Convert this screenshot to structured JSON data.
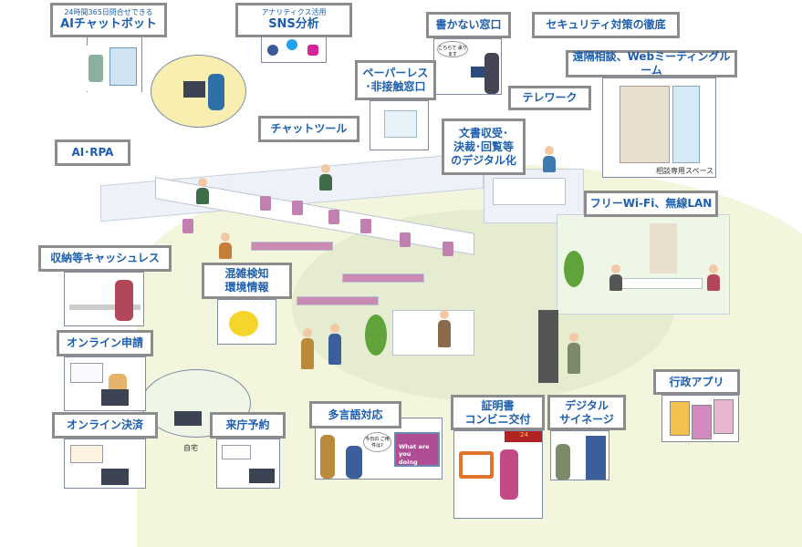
{
  "labels": {
    "ai_chatbot": {
      "sub": "24時間365日問合せできる",
      "title": "AIチャットボット"
    },
    "sns": {
      "sub": "アナリティクス活用",
      "title": "SNS分析"
    },
    "no_writing": "書かない窓口",
    "security": "セキュリティ対策の徹底",
    "remote": "遠隔相談、Webミーティングルーム",
    "paperless": [
      "ペーパーレス",
      "･非接触窓口"
    ],
    "telework": "テレワーク",
    "chat_tool": "チャットツール",
    "documents": [
      "文書収受･",
      "決裁･回覧等",
      "のデジタル化"
    ],
    "ai_rpa": "AI･RPA",
    "wifi": "フリーWi-Fi、無線LAN",
    "cashless": "収納等キャッシュレス",
    "congestion": [
      "混雑検知",
      "環境情報"
    ],
    "online_apply": "オンライン申請",
    "online_pay": "オンライン決済",
    "reservation": "来庁予約",
    "multilingual": "多言語対応",
    "certificate": [
      "証明書",
      "コンビニ交付"
    ],
    "signage": [
      "デジタル",
      "サイネージ"
    ],
    "app": "行政アプリ"
  },
  "captions": {
    "consult_space": "相談専用スペース",
    "home": "自宅",
    "speech_en": [
      "What are you",
      "doing today ?"
    ],
    "speech_jp": "今日の ご用件は?",
    "store_number": "24",
    "window_sign": "こちらで 承ります"
  },
  "colors": {
    "label_text": "#1d5fae",
    "label_border": "#8c8c8c",
    "floor": "#f3f6dc"
  }
}
